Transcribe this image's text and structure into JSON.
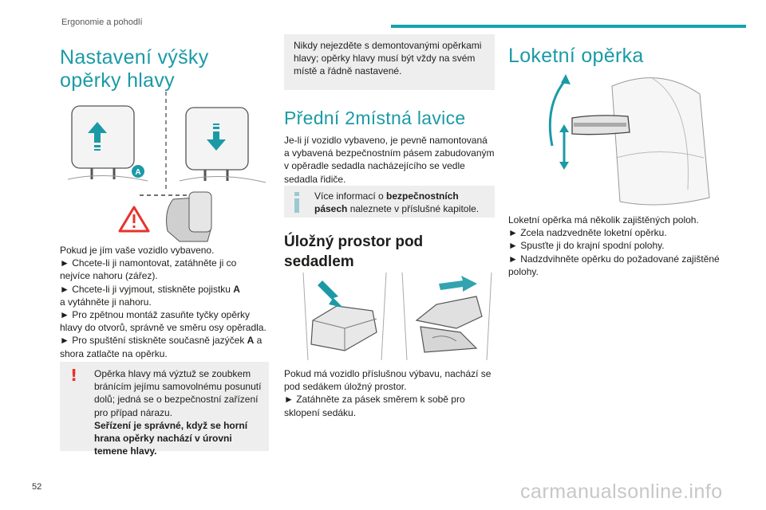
{
  "header": {
    "section": "Ergonomie a pohodlí",
    "accent_color": "#15a3ad"
  },
  "headrest": {
    "title": "Nastavení výšky opěrky hlavy",
    "image_label": "A",
    "paragraphs": [
      "Pokud je jím vaše vozidlo vybaveno.",
      "► Chcete-li ji namontovat, zatáhněte ji co nejvíce nahoru (zářez).",
      "► Chcete-li ji vyjmout, stiskněte pojistku ",
      "a vytáhněte ji nahoru.",
      "► Pro zpětnou montáž zasuňte tyčky opěrky hlavy do otvorů, správně ve směru osy opěradla.",
      "► Pro spuštění stiskněte současně jazýček ",
      " a shora zatlačte na opěrku."
    ],
    "bold_A": "A",
    "warning_mark": "!",
    "warning_text": "Opěrka hlavy má výztuž se zoubkem bránícím jejímu samovolnému posunutí dolů; jedná se o bezpečnostní zařízení pro případ nárazu.",
    "warning_bold": "Seřízení je správné, když se horní hrana opěrky nachází v úrovni temene hlavy."
  },
  "note_box": "Nikdy nejezděte s demontovanými opěrkami hlavy; opěrky hlavy musí být vždy na svém místě a řádně nastavené.",
  "bench": {
    "title": "Přední 2místná lavice",
    "text": "Je-li jí vozidlo vybaveno, je pevně namontovaná a vybavená bezpečnostním pásem zabudovaným v opěradle sedadla nacházejícího se vedle sedadla řidiče.",
    "info_pre": "Více informací o ",
    "info_bold": "bezpečnostních pásech",
    "info_post": " naleznete v příslušné kapitole."
  },
  "storage": {
    "title": "Úložný prostor pod sedadlem",
    "p1": "Pokud má vozidlo příslušnou výbavu, nachází se pod sedákem úložný prostor.",
    "p2": "► Zatáhněte za pásek směrem k sobě pro sklopení sedáku."
  },
  "armrest": {
    "title": "Loketní opěrka",
    "lines": [
      "Loketní opěrka má několik zajištěných poloh.",
      "► Zcela nadzvedněte loketní opěrku.",
      "► Spusťte ji do krajní spodní polohy.",
      "► Nadzdvihněte opěrku do požadované zajištěné polohy."
    ]
  },
  "footer": {
    "page_number": "52",
    "watermark": "carmanualsonline.info"
  }
}
